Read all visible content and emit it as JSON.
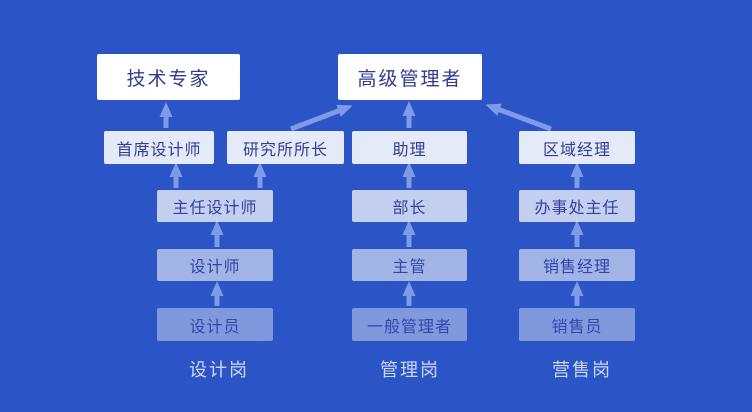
{
  "diagram": {
    "type": "career-path-hierarchy",
    "nodes": {
      "tech_expert": "技术专家",
      "senior_manager": "高级管理者",
      "chief_designer": "首席设计师",
      "institute_director": "研究所所长",
      "assistant": "助理",
      "regional_manager": "区域经理",
      "director_designer": "主任设计师",
      "minister": "部长",
      "office_director": "办事处主任",
      "designer": "设计师",
      "supervisor": "主管",
      "sales_manager": "销售经理",
      "draftsman": "设计员",
      "general_manager": "一般管理者",
      "salesperson": "销售员"
    },
    "footers": {
      "design": "设计岗",
      "management": "管理岗",
      "sales": "营售岗"
    },
    "edges": [
      "draftsman→designer",
      "designer→director_designer",
      "director_designer→chief_designer",
      "director_designer→institute_director",
      "chief_designer→tech_expert",
      "institute_director→senior_manager",
      "general_manager→supervisor",
      "supervisor→minister",
      "minister→assistant",
      "assistant→senior_manager",
      "salesperson→sales_manager",
      "sales_manager→office_director",
      "office_director→regional_manager",
      "regional_manager→senior_manager"
    ]
  },
  "colors": {
    "background": "#2B54C6",
    "arrow": "#7F9BE8",
    "box_background": "#FFFFFF",
    "box_text": "#323B8F",
    "footer_text": "#CBD8F6"
  }
}
